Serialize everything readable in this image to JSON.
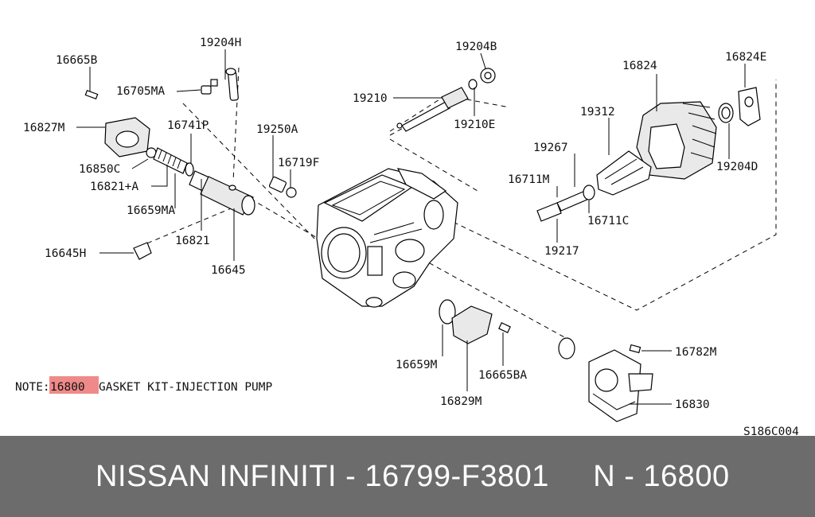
{
  "part_labels": {
    "p16665B": "16665B",
    "p19204H": "19204H",
    "p16705MA": "16705MA",
    "p16827M": "16827M",
    "p16741P": "16741P",
    "p16850C": "16850C",
    "p16821A": "16821+A",
    "p16659MA": "16659MA",
    "p16821": "16821",
    "p16645H": "16645H",
    "p16645": "16645",
    "p19250A": "19250A",
    "p16719F": "16719F",
    "p19204B": "19204B",
    "p19210": "19210",
    "p19210E": "19210E",
    "p16824": "16824",
    "p16824E": "16824E",
    "p19312": "19312",
    "p19267": "19267",
    "p16711M": "16711M",
    "p16711C": "16711C",
    "p19204D": "19204D",
    "p19217": "19217",
    "p16659M": "16659M",
    "p16665BA": "16665BA",
    "p16829M": "16829M",
    "p16782M": "16782M",
    "p16830": "16830"
  },
  "note": {
    "prefix": "NOTE:",
    "highlight": "16800",
    "text": "GASKET KIT-INJECTION PUMP",
    "highlight_color": "#f08a8a"
  },
  "diagram_code": "S186C004",
  "footer": {
    "title": "NISSAN INFINITI - 16799-F3801     N - 16800",
    "background": "#6c6c6c"
  }
}
